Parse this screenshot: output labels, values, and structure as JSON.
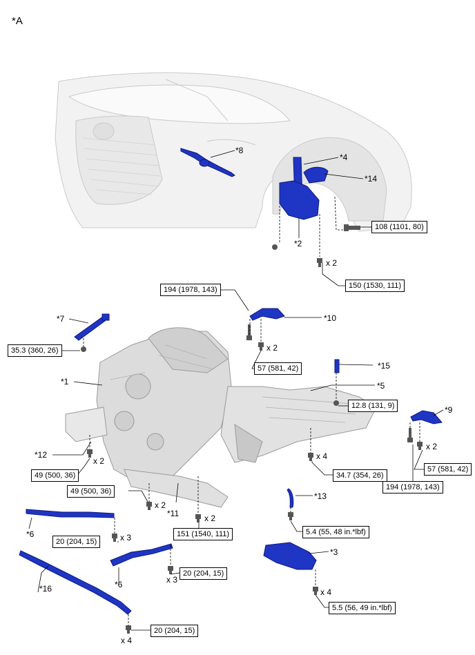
{
  "figure": {
    "title": "*A",
    "part_color": "#1f35c4",
    "callouts": {
      "c1": "*1",
      "c2": "*2",
      "c3": "*3",
      "c4": "*4",
      "c5": "*5",
      "c6a": "*6",
      "c6b": "*6",
      "c7": "*7",
      "c8": "*8",
      "c9": "*9",
      "c10": "*10",
      "c11": "*11",
      "c12": "*12",
      "c13": "*13",
      "c14": "*14",
      "c15": "*15",
      "c16": "*16"
    },
    "torques": {
      "t108": "108 (1101, 80)",
      "t150": "150 (1530, 111)",
      "t194a": "194 (1978, 143)",
      "t57a": "57 (581, 42)",
      "t353": "35.3 (360, 26)",
      "t128": "12.8 (131, 9)",
      "t57b": "57 (581, 42)",
      "t194b": "194 (1978, 143)",
      "t347": "34.7 (354, 26)",
      "t49a": "49 (500, 36)",
      "t49b": "49 (500, 36)",
      "t151": "151 (1540, 111)",
      "t20a": "20 (204, 15)",
      "t20b": "20 (204, 15)",
      "t20c": "20 (204, 15)",
      "t54": "5.4 (55, 48 in.*lbf)",
      "t55": "5.5 (56, 49 in.*lbf)"
    },
    "multipliers": {
      "m150": "x 2",
      "m57a": "x 2",
      "m57b": "x 2",
      "m49a": "x 2",
      "m49b": "x 2",
      "m151": "x 2",
      "m347": "x 4",
      "m20a": "x 3",
      "m20b": "x 3",
      "m20c": "x 4",
      "m55": "x 4"
    }
  }
}
